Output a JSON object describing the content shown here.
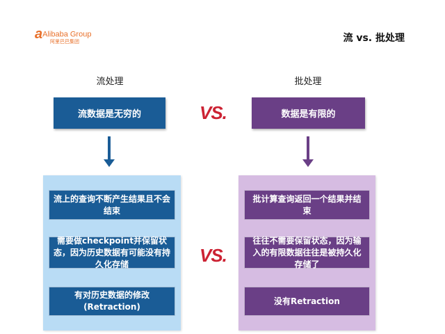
{
  "logo": {
    "brand": "Alibaba Group",
    "sub": "阿里巴巴集团"
  },
  "title": "流 vs. 批处理",
  "vs_label": "VS.",
  "colors": {
    "stream_dark": "#1a5c96",
    "stream_light": "#b9dcf5",
    "batch_dark": "#6a3f86",
    "batch_light": "#d6bce2",
    "vs": "#cc2233"
  },
  "stream": {
    "title": "流处理",
    "header": "流数据是无穷的",
    "items": [
      "流上的查询不断产生结果且不会结束",
      "需要做checkpoint并保留状态，因为历史数据有可能没有持久化存储",
      "有对历史数据的修改(Retraction)"
    ]
  },
  "batch": {
    "title": "批处理",
    "header": "数据是有限的",
    "items": [
      "批计算查询返回一个结果并结束",
      "往往不需要保留状态，因为输入的有限数据往往是被持久化存储了",
      "没有Retraction"
    ]
  }
}
